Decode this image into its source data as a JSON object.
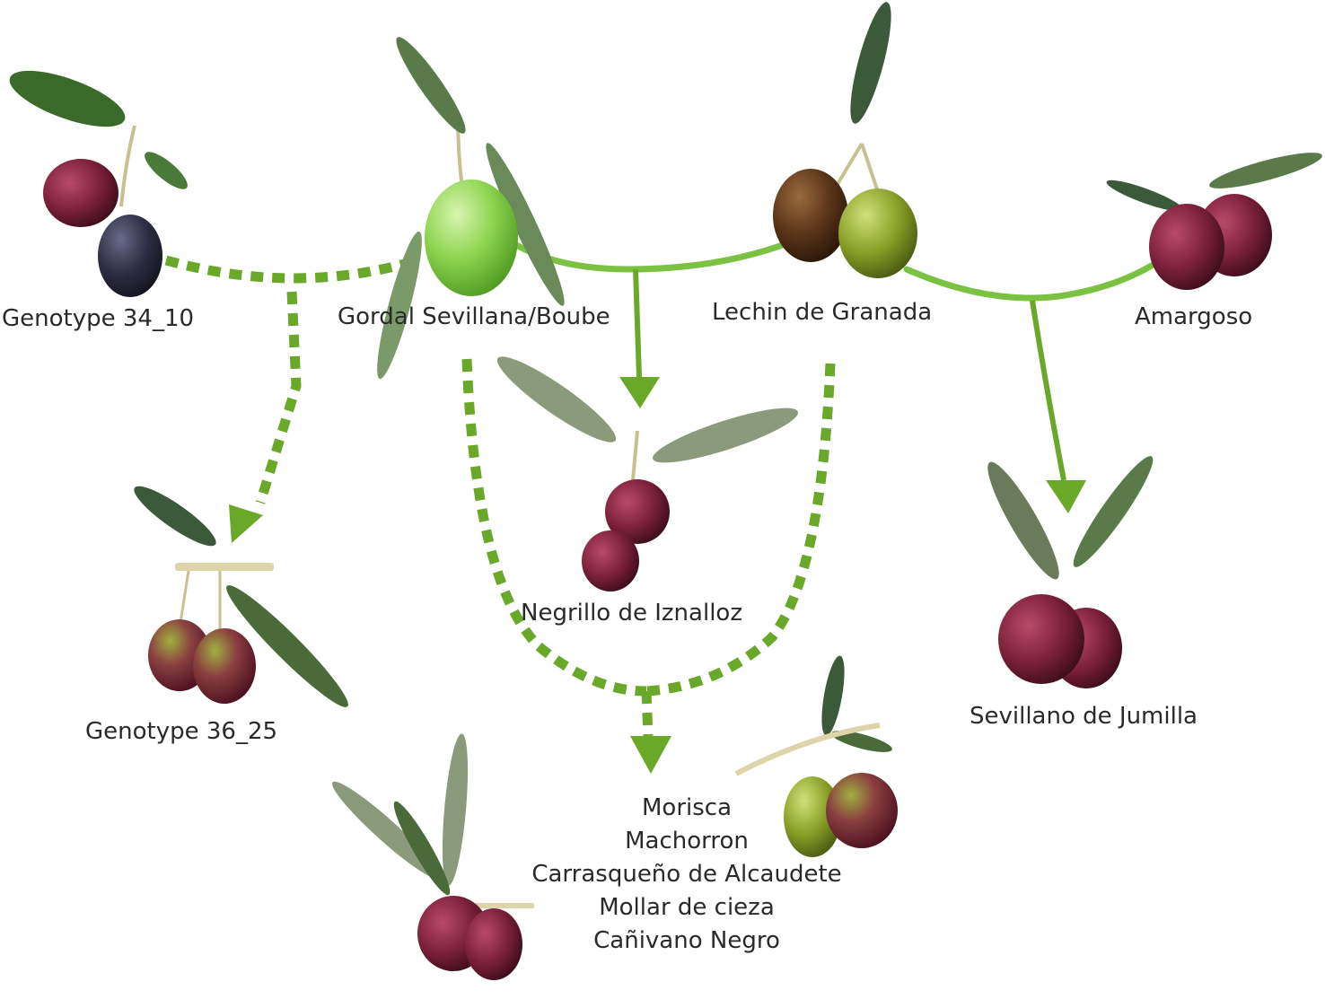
{
  "colors": {
    "stem": "#7cc242",
    "stem_dark": "#5a9a2a",
    "dashed": "#6aa82a",
    "text": "#2a2a2a"
  },
  "labels": {
    "genotype_34_10": "Genotype 34_10",
    "gordal": "Gordal Sevillana/Boube",
    "lechin": "Lechin de Granada",
    "amargoso": "Amargoso",
    "negrillo": "Negrillo de Iznalloz",
    "genotype_36_25": "Genotype 36_25",
    "sevillano_jumilla": "Sevillano de Jumilla"
  },
  "offspring_group": [
    "Morisca",
    "Machorron",
    "Carrasqueño de Alcaudete",
    "Mollar de cieza",
    "Cañivano Negro"
  ]
}
